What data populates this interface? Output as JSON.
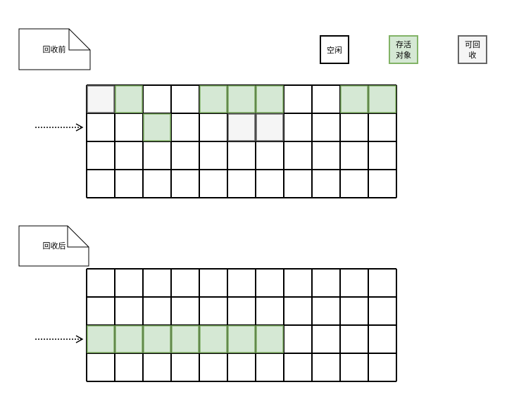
{
  "colors": {
    "free_fill": "#ffffff",
    "free_stroke": "#000000",
    "live_fill": "#d5e8d4",
    "live_stroke": "#82b366",
    "reclaim_fill": "#f5f5f5",
    "reclaim_stroke": "#666666",
    "line": "#000000"
  },
  "legend": {
    "free": {
      "label": "空闲"
    },
    "live": {
      "line1": "存活",
      "line2": "对象"
    },
    "reclaimable": {
      "line1": "可回",
      "line2": "收"
    }
  },
  "before": {
    "title": "回收前",
    "grid": [
      [
        "reclaimable",
        "live",
        "free",
        "free",
        "live",
        "live",
        "live",
        "free",
        "free",
        "live",
        "live"
      ],
      [
        "free",
        "free",
        "live",
        "free",
        "free",
        "reclaimable",
        "reclaimable",
        "free",
        "free",
        "free",
        "free"
      ],
      [
        "free",
        "free",
        "free",
        "free",
        "free",
        "free",
        "free",
        "free",
        "free",
        "free",
        "free"
      ],
      [
        "free",
        "free",
        "free",
        "free",
        "free",
        "free",
        "free",
        "free",
        "free",
        "free",
        "free"
      ]
    ],
    "pointer_row": 1
  },
  "after": {
    "title": "回收后",
    "grid": [
      [
        "free",
        "free",
        "free",
        "free",
        "free",
        "free",
        "free",
        "free",
        "free",
        "free",
        "free"
      ],
      [
        "free",
        "free",
        "free",
        "free",
        "free",
        "free",
        "free",
        "free",
        "free",
        "free",
        "free"
      ],
      [
        "live",
        "live",
        "live",
        "live",
        "live",
        "live",
        "live",
        "free",
        "free",
        "free",
        "free"
      ],
      [
        "free",
        "free",
        "free",
        "free",
        "free",
        "free",
        "free",
        "free",
        "free",
        "free",
        "free"
      ]
    ],
    "pointer_row": 2
  }
}
